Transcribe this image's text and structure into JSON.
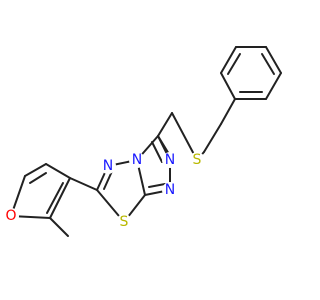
{
  "structure": {
    "atoms": {
      "furan_o": "O",
      "n_upper": "N",
      "n_bridge": "N",
      "n_right_upper": "N",
      "n_right_lower": "N",
      "s_ring": "S",
      "s_chain": "S"
    }
  },
  "colors": {
    "bond": "#222222",
    "oxygen": "#ff0000",
    "nitrogen": "#1a1aff",
    "sulfur": "#b8b800"
  }
}
